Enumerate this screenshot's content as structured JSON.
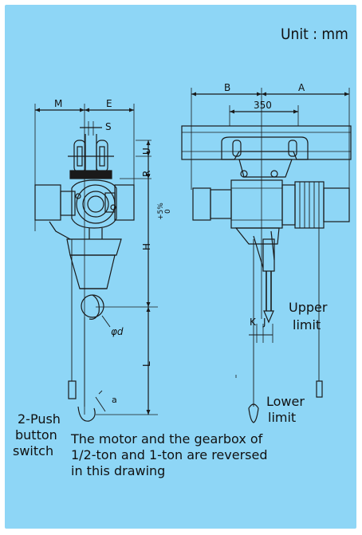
{
  "unit": "Unit : mm",
  "dimensions": {
    "M": "M",
    "E": "E",
    "S": "S",
    "U": "U",
    "R": "R",
    "H": "H",
    "tolerance": "+5%\n 0",
    "tol_top": "+5%",
    "tol_bottom": "0",
    "d": "φd",
    "L": "L",
    "a": "a",
    "B": "B",
    "A": "A",
    "w350": "350",
    "K": "K",
    "J": "J"
  },
  "labels": {
    "upper_line1": "Upper",
    "upper_line2": "limit",
    "lower_line1": "Lower",
    "lower_line2": "limit",
    "switch_line1": "2-Push",
    "switch_line2": "button",
    "switch_line3": "switch"
  },
  "note": {
    "line1": "The motor and the gearbox of",
    "line2": "1/2-ton and 1-ton are reversed",
    "line3": "in this drawing"
  },
  "colors": {
    "background": "#8ed6f6",
    "ink": "#1a1a1a"
  }
}
